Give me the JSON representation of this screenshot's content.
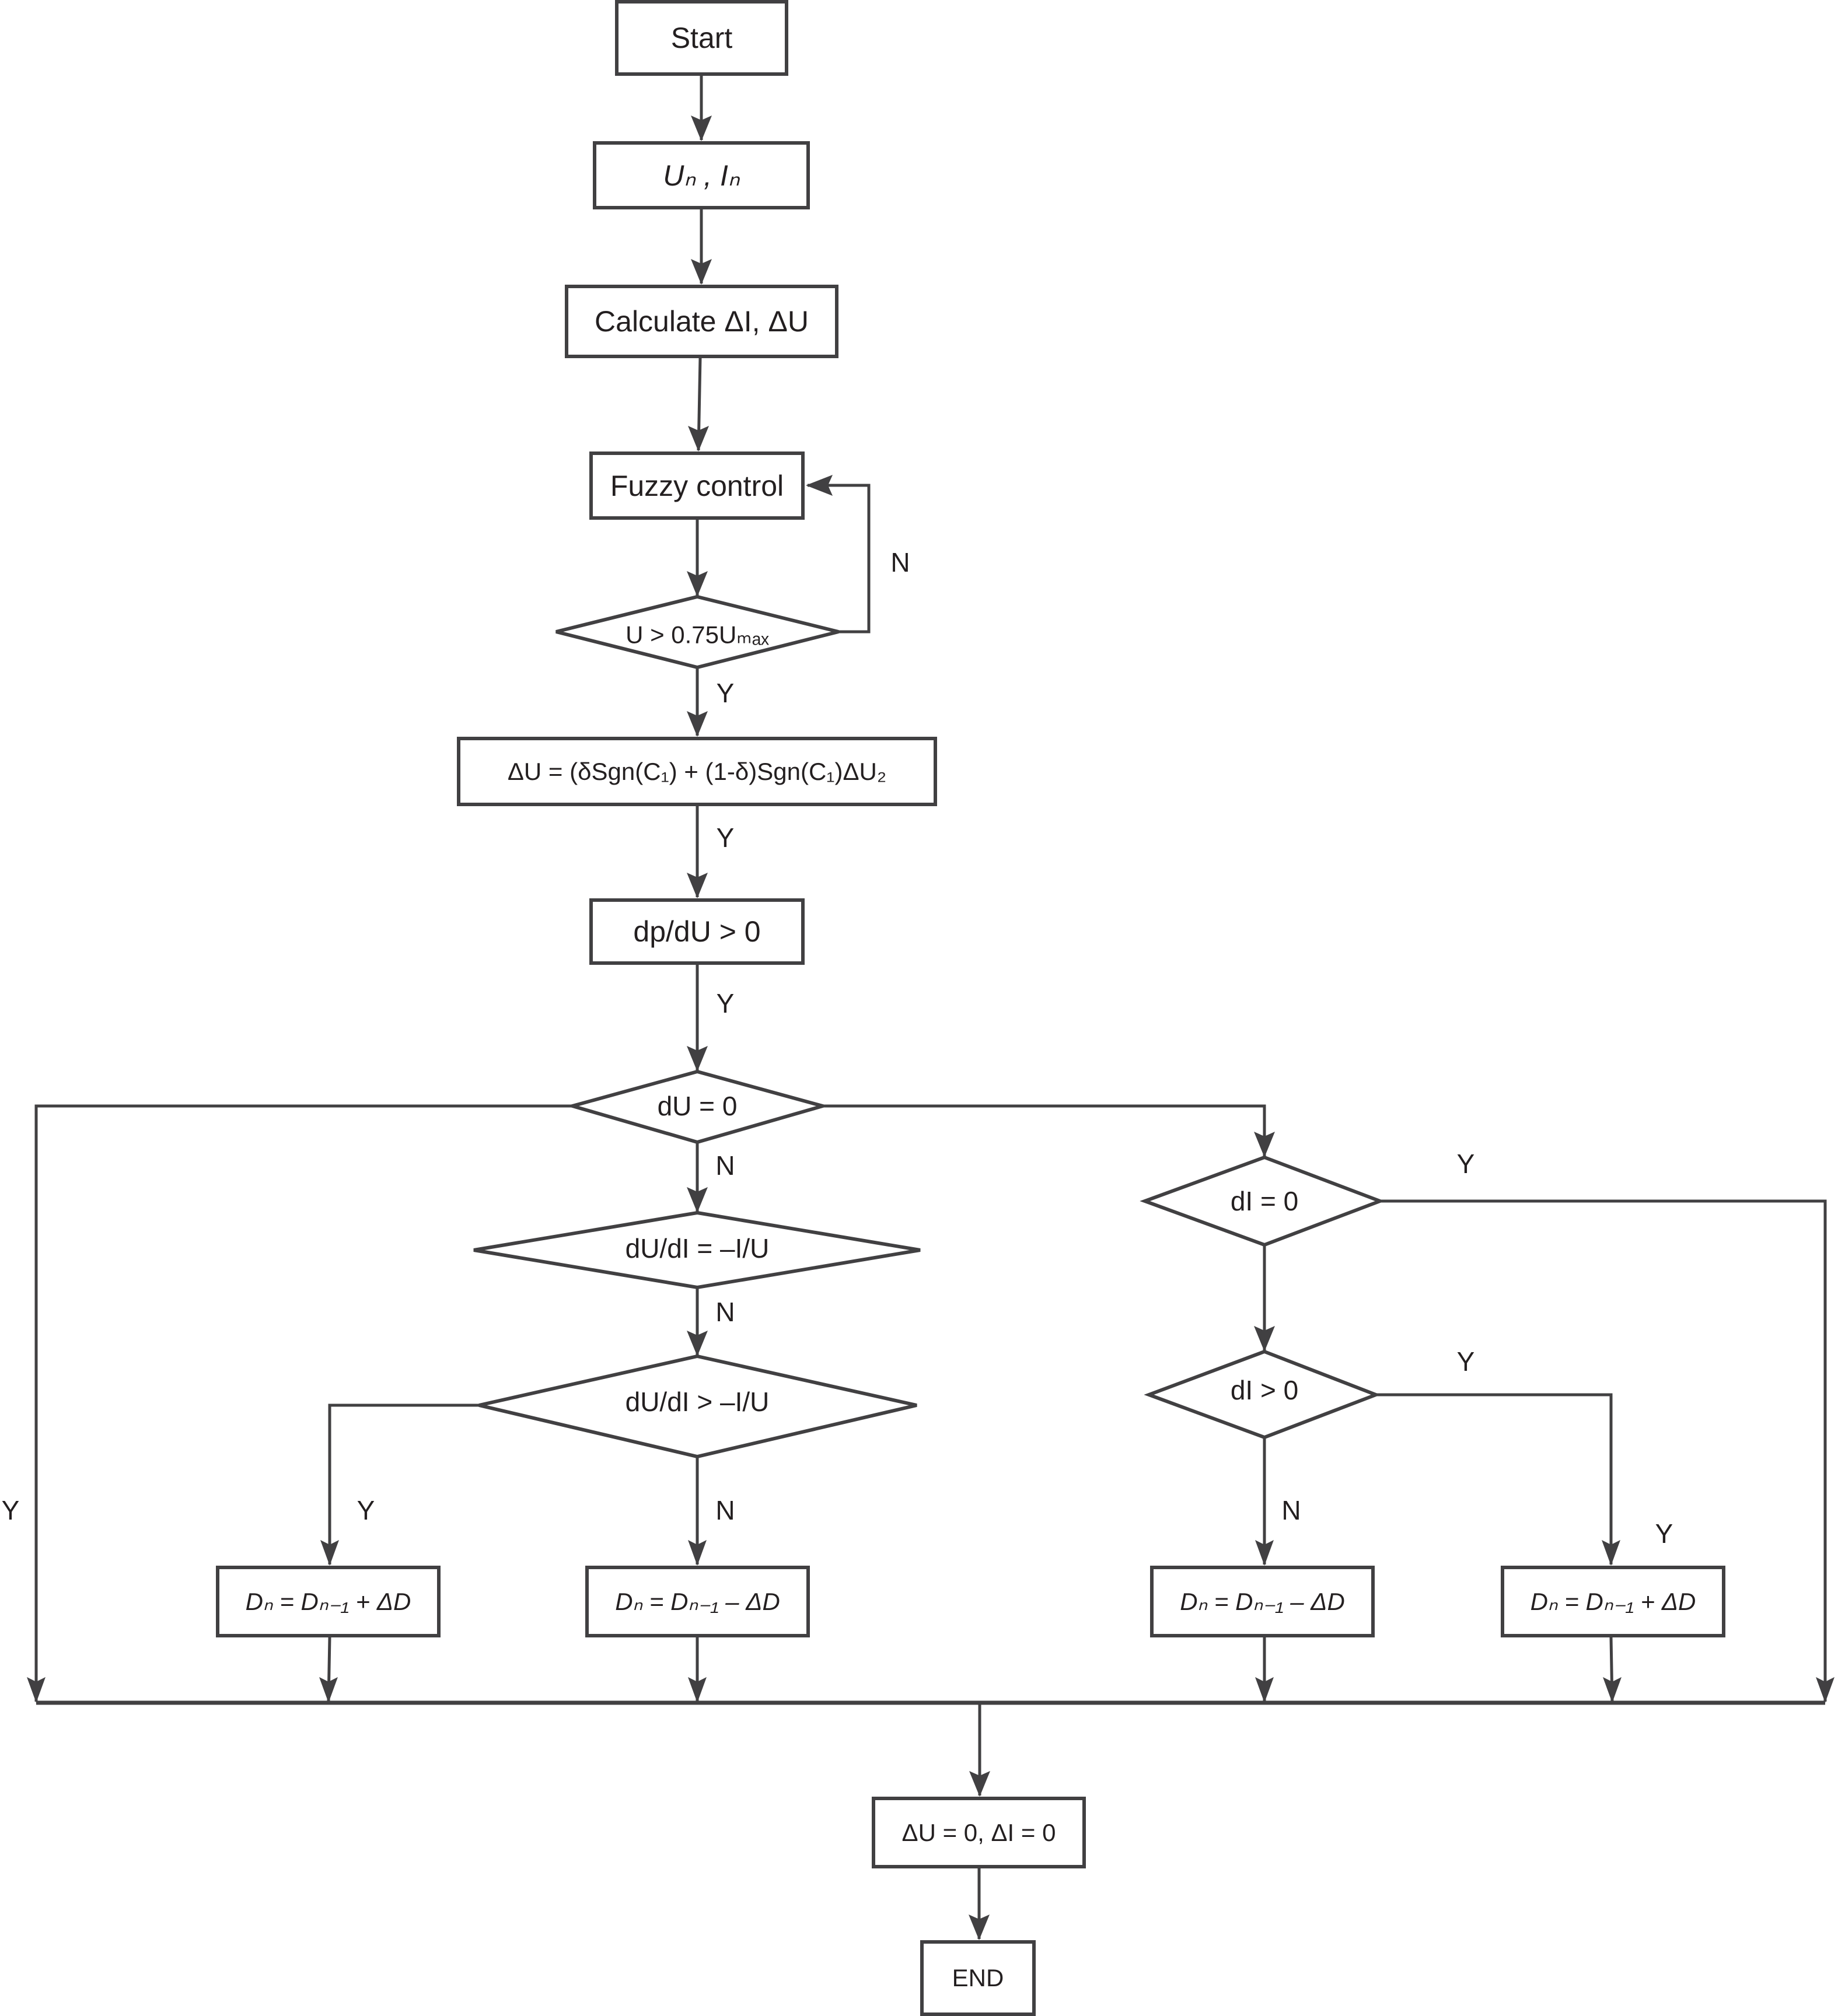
{
  "diagram": {
    "type": "flowchart",
    "nodes": {
      "start": {
        "label": "Start"
      },
      "measure": {
        "label": "Uₙ ,  Iₙ"
      },
      "calculate": {
        "label": "Calculate ΔI,  ΔU"
      },
      "fuzzy": {
        "label": "Fuzzy control"
      },
      "cond_umax": {
        "label": "U > 0.75Uₘₐₓ"
      },
      "step_update": {
        "label": "ΔU = (δSgn(C₁) + (1-δ)Sgn(C₁)ΔU₂"
      },
      "dp_du": {
        "label": "dp/dU > 0"
      },
      "cond_du0": {
        "label": "dU = 0"
      },
      "cond_dudi_eq": {
        "label": "dU/dI = –I/U"
      },
      "cond_dudi_gt": {
        "label": "dU/dI > –I/U"
      },
      "cond_di0": {
        "label": "dI = 0"
      },
      "cond_di_gt0": {
        "label": "dI > 0"
      },
      "box_inc_left": {
        "label": "Dₙ = Dₙ₋₁ + ΔD"
      },
      "box_dec_mid": {
        "label": "Dₙ = Dₙ₋₁ – ΔD"
      },
      "box_dec_right": {
        "label": "Dₙ = Dₙ₋₁ – ΔD"
      },
      "box_inc_right": {
        "label": "Dₙ = Dₙ₋₁ + ΔD"
      },
      "reset": {
        "label": "ΔU = 0,  ΔI = 0"
      },
      "end": {
        "label": "END"
      }
    },
    "edge_labels": {
      "umax_no": "N",
      "umax_yes": "Y",
      "step_yes": "Y",
      "dpdu_yes": "Y",
      "du0_yes": "Y",
      "du0_no": "N",
      "dudi_eq_no": "N",
      "dudi_gt_yes": "Y",
      "dudi_gt_no": "N",
      "di0_yes": "Y",
      "di_gt0_yes": "Y",
      "di_gt0_no": "N",
      "inc_right_yes": "Y"
    },
    "stroke_color": "#414042",
    "text_color": "#231f20"
  }
}
